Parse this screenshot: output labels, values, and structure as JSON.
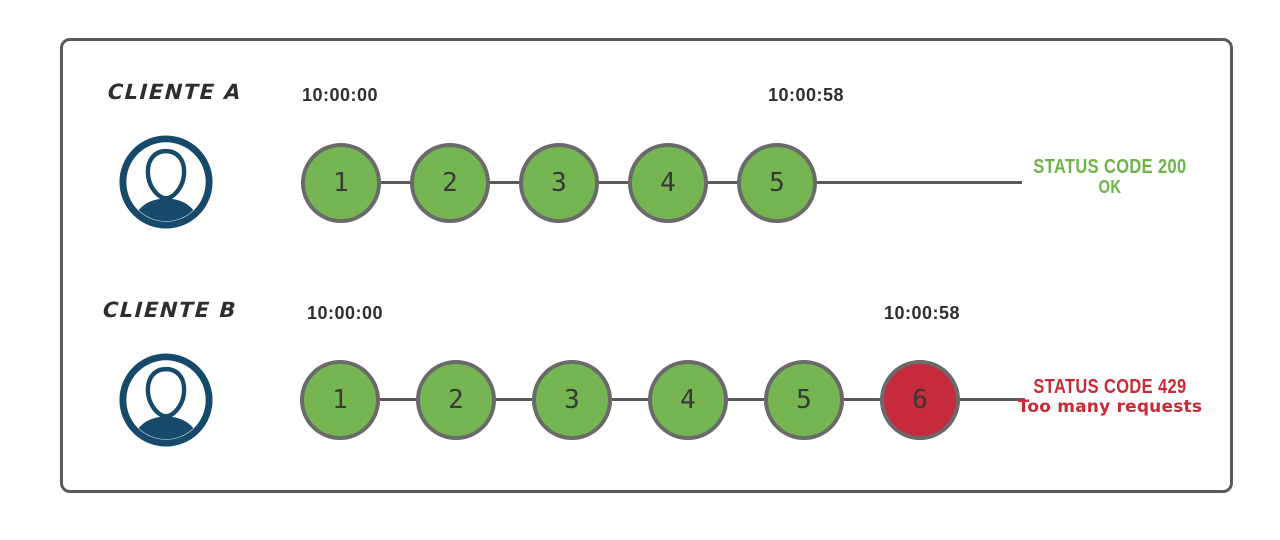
{
  "colors": {
    "green": "#76b652",
    "red": "#c52b3c",
    "ok-text": "#6cb445",
    "error-text": "#cc2936",
    "navy": "#17496b",
    "line": "#5a5a5a",
    "ink": "#2e2e2e"
  },
  "rows": [
    {
      "label": "CLIENTE A",
      "start_time": "10:00:00",
      "end_time": "10:00:58",
      "result": "ok",
      "requests": [
        {
          "n": "1",
          "status": "ok"
        },
        {
          "n": "2",
          "status": "ok"
        },
        {
          "n": "3",
          "status": "ok"
        },
        {
          "n": "4",
          "status": "ok"
        },
        {
          "n": "5",
          "status": "ok"
        }
      ],
      "status_code": "STATUS CODE 200",
      "status_desc": "OK"
    },
    {
      "label": "CLIENTE B",
      "start_time": "10:00:00",
      "end_time": "10:00:58",
      "result": "error",
      "requests": [
        {
          "n": "1",
          "status": "ok"
        },
        {
          "n": "2",
          "status": "ok"
        },
        {
          "n": "3",
          "status": "ok"
        },
        {
          "n": "4",
          "status": "ok"
        },
        {
          "n": "5",
          "status": "ok"
        },
        {
          "n": "6",
          "status": "rejected"
        }
      ],
      "status_code": "STATUS CODE 429",
      "status_desc": "Too many requests"
    }
  ]
}
